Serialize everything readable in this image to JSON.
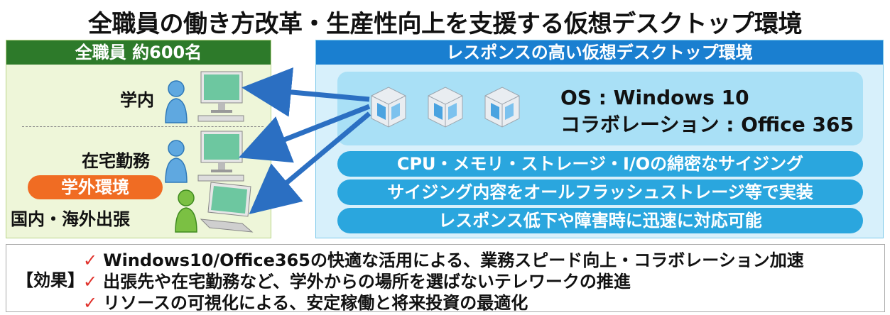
{
  "title": "全職員の働き方改革・生産性向上を支援する仮想デスクトップ環境",
  "left": {
    "header": "全職員 約600名",
    "users": [
      {
        "label": "学内"
      },
      {
        "label": "在宅勤務"
      },
      {
        "label": "国内・海外出張"
      }
    ],
    "badge": "学外環境"
  },
  "right": {
    "header": "レスポンスの高い仮想デスクトップ環境",
    "os_line": "OS : Windows 10",
    "collab_line": "コラボレーション : Office 365",
    "features": [
      "CPU・メモリ・ストレージ・I/Oの綿密なサイジング",
      "サイジング内容をオールフラッシュストレージ等で実装",
      "レスポンス低下や障害時に迅速に対応可能"
    ]
  },
  "effects": {
    "label": "【効果】",
    "items": [
      "Windows10/Office365の快適な活用による、業務スピード向上・コラボレーション加速",
      "出張先や在宅勤務など、学外からの場所を選ばないテレワークの推進",
      "リソースの可視化による、安定稼働と将来投資の最適化"
    ]
  },
  "colors": {
    "left_header": "#2d7a2a",
    "right_header": "#1a7fd0",
    "badge": "#f06c23",
    "pill": "#2aa6de",
    "check": "#e0312b",
    "arrow": "#2b6fc2"
  }
}
